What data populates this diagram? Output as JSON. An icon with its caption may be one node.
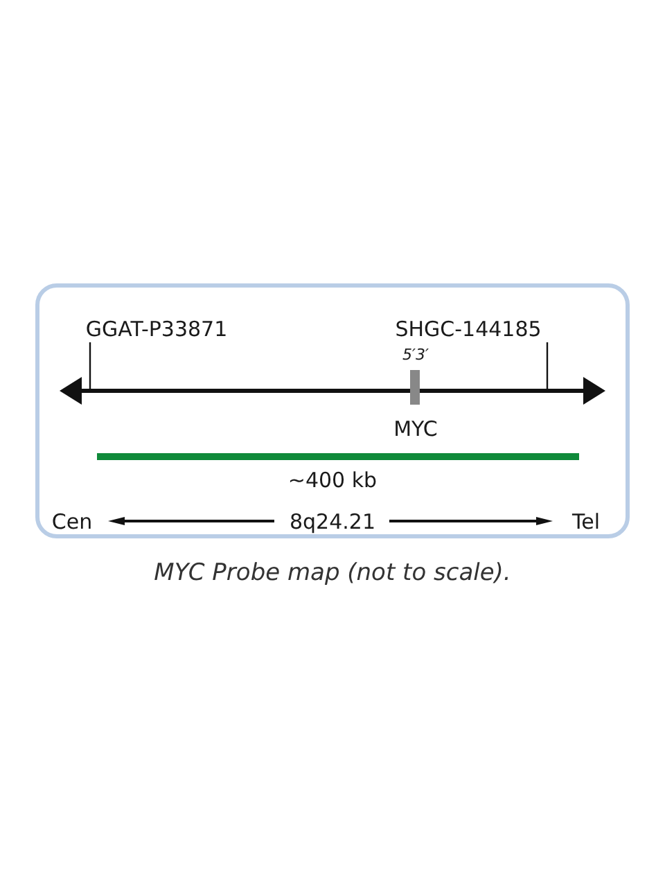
{
  "diagram": {
    "caption": "MYC Probe map (not to scale).",
    "labels": [
      "GGAT-P33871",
      "SHGC-144185",
      "5′3′",
      "MYC",
      "~400 kb",
      "Cen",
      "8q24.21",
      "Tel"
    ]
  }
}
